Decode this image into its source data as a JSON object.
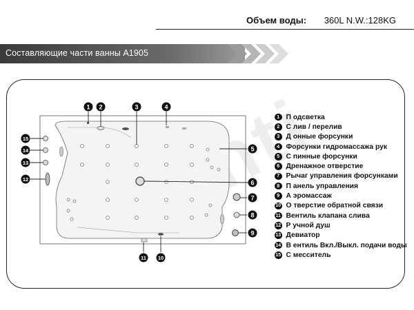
{
  "specs": {
    "label": "Объем воды:",
    "value": "360L  N.W.:128KG"
  },
  "banner": {
    "title": "Составляющие части ванны A1905"
  },
  "callouts_top": [
    "1",
    "2",
    "3",
    "4"
  ],
  "callouts_right": [
    "5",
    "6",
    "7",
    "8",
    "9"
  ],
  "callouts_left": [
    "15",
    "14",
    "13",
    "12"
  ],
  "callouts_bottom": [
    "11",
    "10"
  ],
  "legend": [
    {
      "num": "1",
      "text": "П одсветка"
    },
    {
      "num": "2",
      "text": "С лив / перелив"
    },
    {
      "num": "3",
      "text": "Д онные форсунки"
    },
    {
      "num": "4",
      "text": "Форсунки гидромассажа рук"
    },
    {
      "num": "5",
      "text": "С пинные форсунки"
    },
    {
      "num": "6",
      "text": "Дренажное отверстие"
    },
    {
      "num": "7",
      "text": "Рычаг управления форсунками"
    },
    {
      "num": "8",
      "text": "П анель управления"
    },
    {
      "num": "9",
      "text": "А эромассаж"
    },
    {
      "num": "10",
      "text": "О тверстие обратной связи"
    },
    {
      "num": "11",
      "text": "Вентиль клапана слива"
    },
    {
      "num": "12",
      "text": "Р учной душ"
    },
    {
      "num": "13",
      "text": "Девиатор"
    },
    {
      "num": "14",
      "text": "В ентиль Вкл./Выкл. подачи воды"
    },
    {
      "num": "15",
      "text": "С месситель"
    }
  ]
}
